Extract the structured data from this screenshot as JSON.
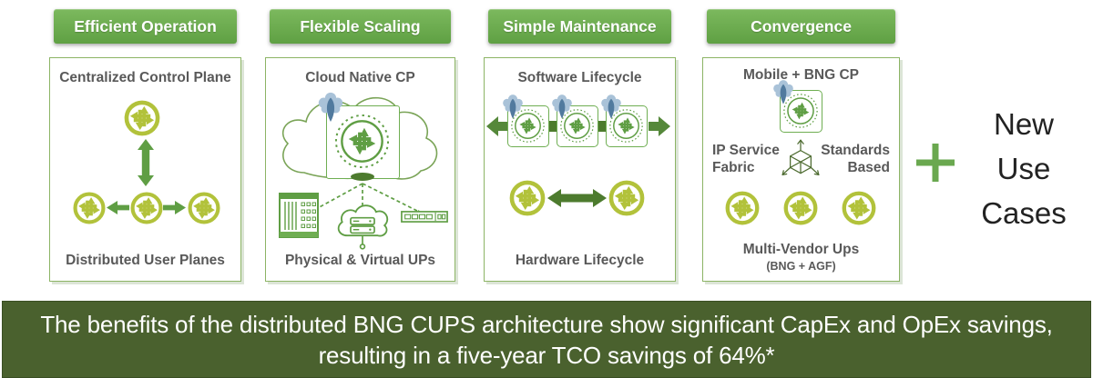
{
  "columns": [
    {
      "button": "Efficient Operation",
      "top_label": "Centralized Control Plane",
      "bottom_label": "Distributed User Planes"
    },
    {
      "button": "Flexible Scaling",
      "top_label": "Cloud Native CP",
      "bottom_label": "Physical & Virtual UPs"
    },
    {
      "button": "Simple Maintenance",
      "top_label": "Software Lifecycle",
      "bottom_label": "Hardware Lifecycle"
    },
    {
      "button": "Convergence",
      "top_label": "Mobile + BNG CP",
      "left_label_line1": "IP Service",
      "left_label_line2": "Fabric",
      "right_label_line1": "Standards",
      "right_label_line2": "Based",
      "bottom_label": "Multi-Vendor Ups",
      "bottom_sublabel": "(BNG + AGF)"
    }
  ],
  "right_note": {
    "line1": "New",
    "line2": "Use",
    "line3": "Cases"
  },
  "banner": {
    "line1": "The benefits of the distributed BNG CUPS architecture show significant CapEx and OpEx savings,",
    "line2": "resulting in a five-year TCO savings of 64%*"
  },
  "icons": {
    "router": "junos-router-icon",
    "control_plane_node": "cp-router-icon",
    "cloud_native": "cloud-native-flower-icon",
    "fabric_cube": "fabric-cube-icon",
    "chassis": "chassis-router-icon",
    "virtual_cloud": "cloud-servers-icon",
    "switch": "switch-icon",
    "plus": "plus-icon"
  },
  "colors": {
    "button_green_top": "#7cb95e",
    "button_green_bottom": "#5fa043",
    "box_border": "#8cb465",
    "yellow_green": "#b2c23b",
    "medium_green": "#5f9e44",
    "dark_green": "#4d7b2e",
    "banner_bg": "#4a612e",
    "title_gray": "#595959",
    "flower_blue": "#a9c2d8",
    "flower_core_blue": "#517a9e"
  }
}
